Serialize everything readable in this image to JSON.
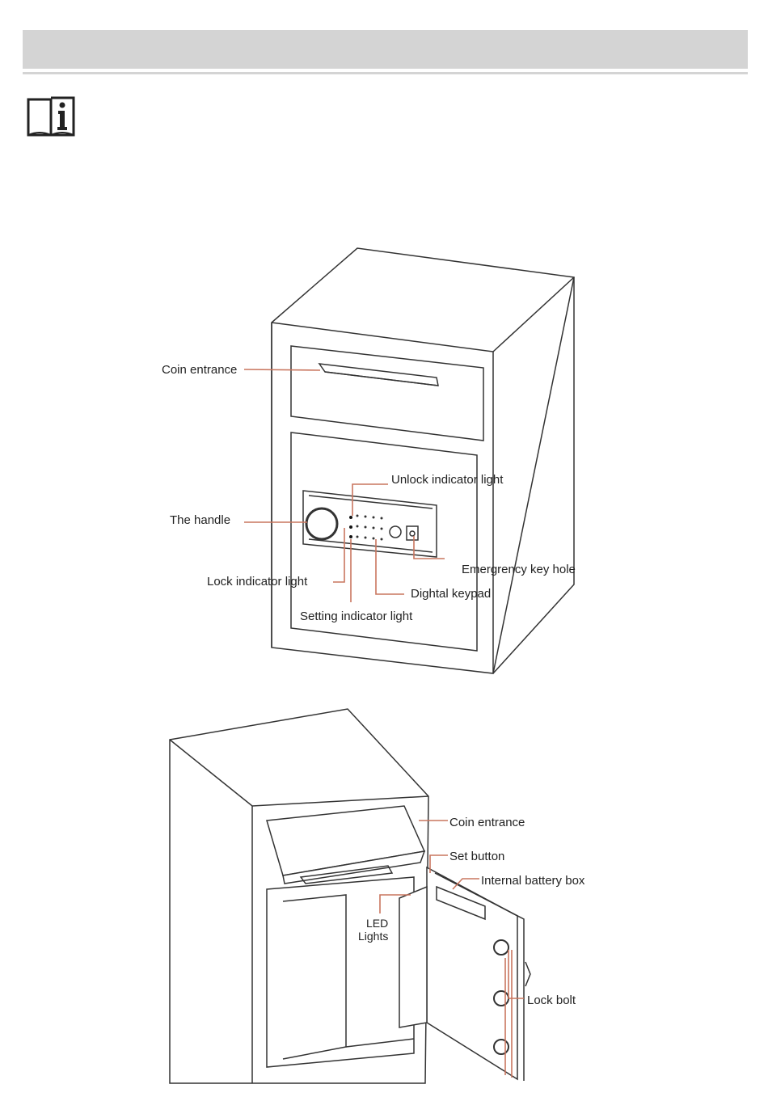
{
  "header": {
    "bar_color": "#d4d4d4"
  },
  "info_icon": {
    "name": "manual-info-icon"
  },
  "accent_color": "#c9765f",
  "figure1": {
    "labels": {
      "coin_entrance": "Coin entrance",
      "the_handle": "The handle",
      "unlock_indicator_light": "Unlock indicator light",
      "emergency_key_hole": "Emergrency key hole",
      "lock_indicator_light": "Lock indicator light",
      "digital_keypad": "Dightal keypad",
      "setting_indicator_light": "Setting indicator light"
    }
  },
  "figure2": {
    "labels": {
      "coin_entrance": "Coin entrance",
      "set_button": "Set button",
      "internal_battery_box": "Internal battery box",
      "led_lights_line1": "LED",
      "led_lights_line2": "Lights",
      "lock_bolt": "Lock bolt"
    }
  }
}
